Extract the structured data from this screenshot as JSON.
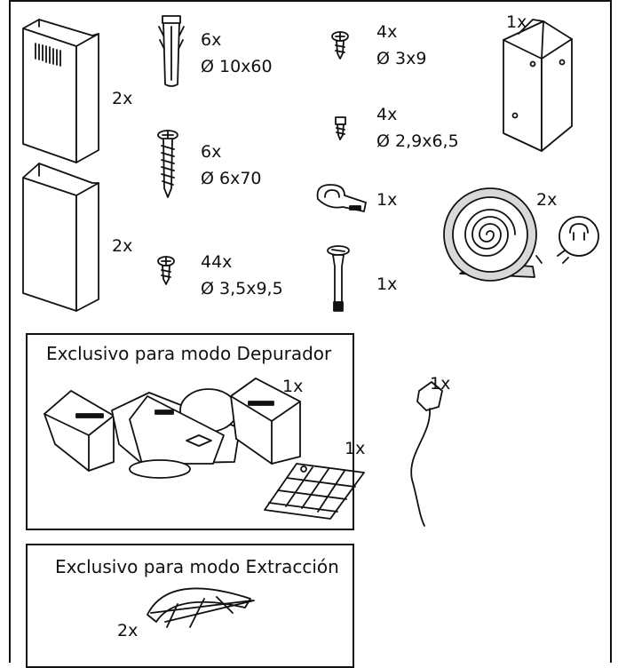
{
  "labels": {
    "chimney_upper_qty": "2x",
    "chimney_lower_qty": "2x",
    "plug_qty": "6x",
    "plug_size": "Ø 10x60",
    "screw_long_qty": "6x",
    "screw_long_size": "Ø 6x70",
    "screw_small_qty": "44x",
    "screw_small_size": "Ø 3,5x9,5",
    "screw_3x9_qty": "4x",
    "screw_3x9_size": "Ø 3x9",
    "screw_29_qty": "4x",
    "screw_29_size": "Ø 2,9x6,5",
    "clip_qty": "1x",
    "pin_qty": "1x",
    "bracket_qty": "1x",
    "roll_qty": "2x",
    "cable_qty": "1x"
  },
  "depurador": {
    "title": "Exclusivo para modo Depurador",
    "adapter_qty": "1x",
    "filter_qty": "1x"
  },
  "extraccion": {
    "title": "Exclusivo para modo Extracción",
    "valve_qty": "2x"
  }
}
